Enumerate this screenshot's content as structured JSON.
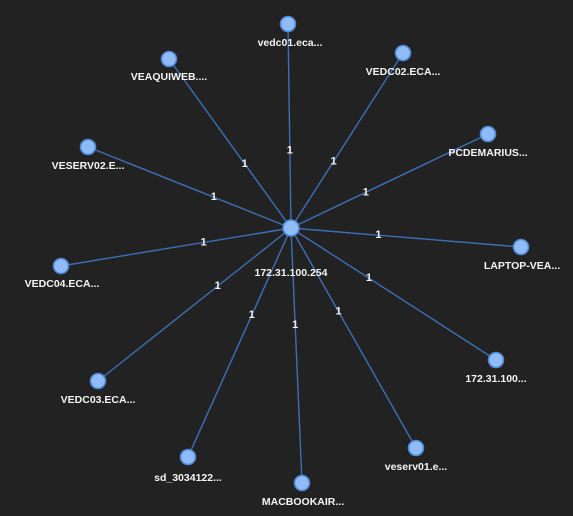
{
  "graph": {
    "colors": {
      "background": "#222222",
      "edge": "#3d6fb6",
      "node_fill": "#8fbcf7",
      "node_stroke": "#4f86d6",
      "label": "#f4f4f4"
    },
    "hub": {
      "id": "hub",
      "label": "172.31.100.254"
    },
    "nodes": [
      {
        "id": "vedc01",
        "label": "vedc01.eca...",
        "edge_weight": "1"
      },
      {
        "id": "vedc02",
        "label": "VEDC02.ECA...",
        "edge_weight": "1"
      },
      {
        "id": "pcdemarius",
        "label": "PCDEMARIUS...",
        "edge_weight": "1"
      },
      {
        "id": "laptop-vea",
        "label": "LAPTOP-VEA...",
        "edge_weight": "1"
      },
      {
        "id": "ip-172",
        "label": "172.31.100...",
        "edge_weight": "1"
      },
      {
        "id": "veserv01",
        "label": "veserv01.e...",
        "edge_weight": "1"
      },
      {
        "id": "macbookair",
        "label": "MACBOOKAIR...",
        "edge_weight": "1"
      },
      {
        "id": "sd-3034122",
        "label": "sd_3034122...",
        "edge_weight": "1"
      },
      {
        "id": "vedc03",
        "label": "VEDC03.ECA...",
        "edge_weight": "1"
      },
      {
        "id": "vedc04",
        "label": "VEDC04.ECA...",
        "edge_weight": "1"
      },
      {
        "id": "veserv02",
        "label": "VESERV02.E...",
        "edge_weight": "1"
      },
      {
        "id": "veaquiweb",
        "label": "VEAQUIWEB....",
        "edge_weight": "1"
      }
    ]
  }
}
